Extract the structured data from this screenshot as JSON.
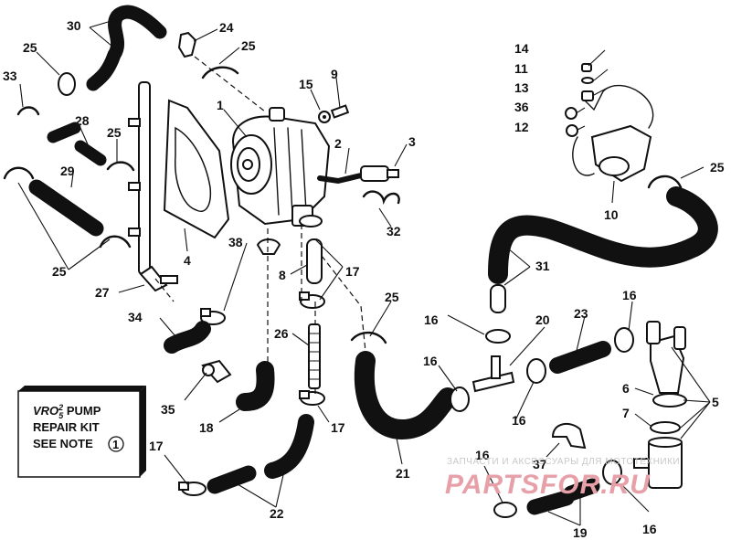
{
  "callouts": {
    "c1": "1",
    "c2": "2",
    "c3": "3",
    "c4": "4",
    "c5": "5",
    "c6": "6",
    "c7": "7",
    "c8": "8",
    "c9": "9",
    "c10": "10",
    "c11": "11",
    "c12": "12",
    "c13": "13",
    "c14": "14",
    "c15": "15",
    "c16a": "16",
    "c16b": "16",
    "c16c": "16",
    "c16d": "16",
    "c16e": "16",
    "c16f": "16",
    "c17a": "17",
    "c17b": "17",
    "c17c": "17",
    "c18": "18",
    "c19": "19",
    "c20": "20",
    "c21": "21",
    "c22": "22",
    "c23": "23",
    "c24": "24",
    "c25a": "25",
    "c25b": "25",
    "c25c": "25",
    "c25d": "25",
    "c25e": "25",
    "c25f": "25",
    "c26": "26",
    "c27": "27",
    "c28": "28",
    "c29": "29",
    "c30": "30",
    "c31": "31",
    "c32": "32",
    "c33": "33",
    "c34": "34",
    "c35": "35",
    "c36": "36",
    "c37": "37",
    "c38": "38"
  },
  "note_box": {
    "line1_prefix": "VRO",
    "line1_sup": "2",
    "line1_sub": "5",
    "line1_suffix": " PUMP",
    "line2": "REPAIR KIT",
    "line3": "SEE NOTE",
    "note_number": "1"
  },
  "watermark": {
    "top_text": "ЗАПЧАСТИ И АКСЕССУАРЫ ДЛЯ МОТОТЕХНИКИ",
    "brand": "PARTSFOR.RU"
  }
}
